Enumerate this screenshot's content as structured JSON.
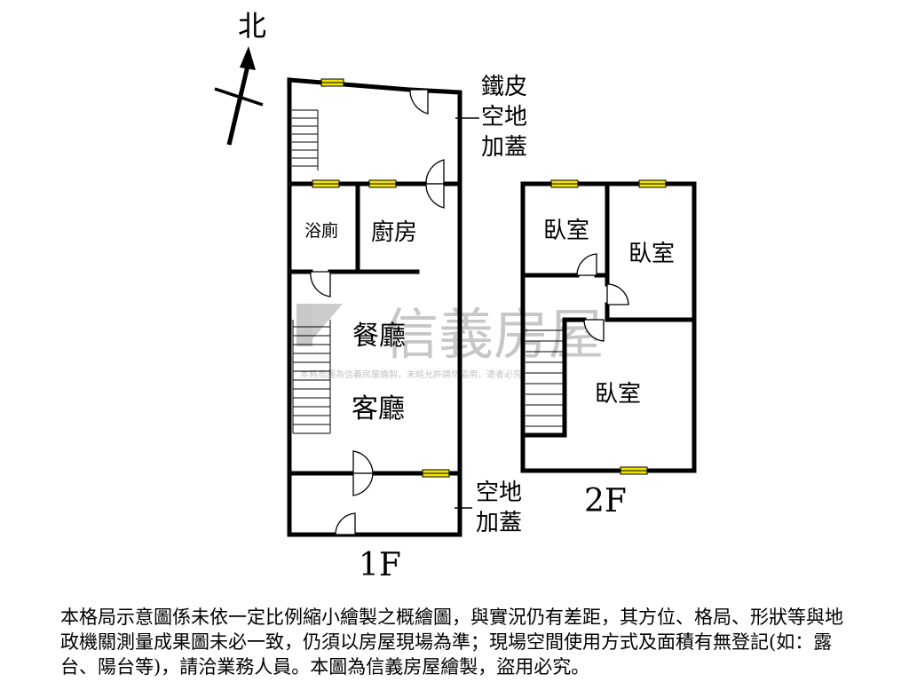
{
  "compass": {
    "label": "北"
  },
  "floor1": {
    "label": "1F",
    "rooms": {
      "bath": "浴廁",
      "kitchen": "廚房",
      "dining": "餐廳",
      "living": "客廳"
    },
    "notes": {
      "top_line1": "鐵皮",
      "top_line2": "空地",
      "top_line3": "加蓋",
      "bottom_line1": "空地",
      "bottom_line2": "加蓋"
    }
  },
  "floor2": {
    "label": "2F",
    "rooms": {
      "bedroom_a": "臥室",
      "bedroom_b": "臥室",
      "bedroom_c": "臥室"
    }
  },
  "watermark": {
    "brand": "信義房屋",
    "notice": "本格局圖為信義房屋繪製，未經允許請勿盜用，違者必究"
  },
  "disclaimer": "本格局示意圖係未依一定比例縮小繪製之概繪圖，與實況仍有差距，其方位、格局、形狀等與地政機關測量成果圖未必一致，仍須以房屋現場為準；現場空間使用方式及面積有無登記(如：露台、陽台等)，請洽業務人員。本圖為信義房屋繪製，盜用必究。"
}
